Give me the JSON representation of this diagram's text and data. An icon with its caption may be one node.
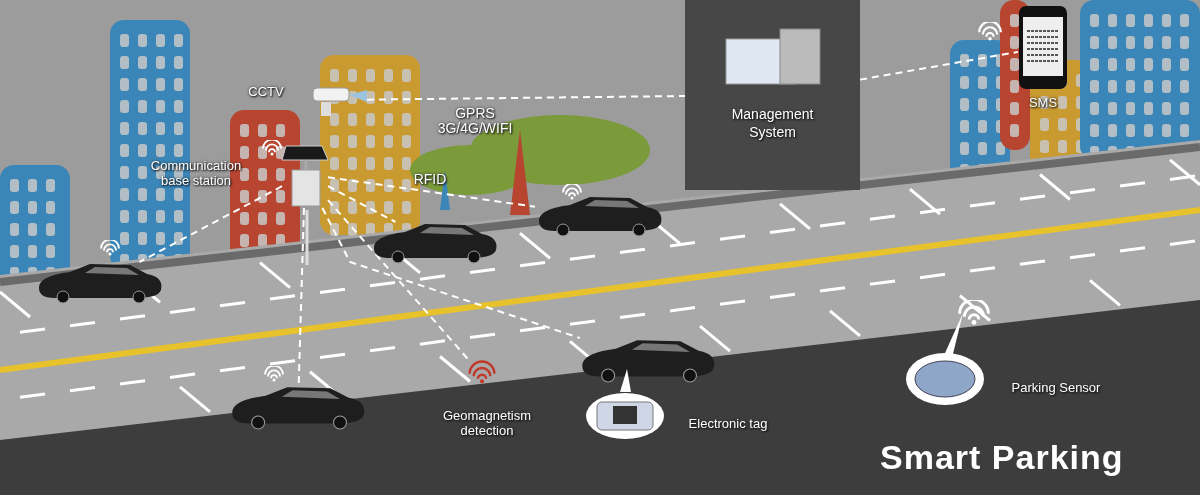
{
  "diagram": {
    "title": "Smart Parking",
    "nodes": [
      {
        "text": [
          "Communication base station"
        ]
      },
      {
        "text": [
          "CCTV"
        ]
      },
      {
        "text": [
          "Management System"
        ]
      },
      {
        "text": [
          "SMS"
        ]
      },
      {
        "text": [],
        "shape": "picture"
      },
      {
        "text": [],
        "shape": "picture"
      },
      {
        "text": [],
        "shape": "picture"
      },
      {
        "text": [],
        "shape": "picture"
      },
      {
        "text": [],
        "shape": "picture"
      },
      {
        "text": [
          "Geomagnetism detection"
        ]
      },
      {
        "text": [
          "Electronic tag"
        ]
      },
      {
        "text": [
          "Parking Sensor"
        ]
      }
    ],
    "edges": [
      {
        "from": 1,
        "to": 2,
        "arrow": "none",
        "label": "GPRS 3G/4G/WIFI"
      },
      {
        "from": 2,
        "to": 3,
        "arrow": "none"
      },
      {
        "from": 0,
        "to": 4,
        "arrow": "none"
      },
      {
        "from": 0,
        "to": 5,
        "arrow": "none"
      },
      {
        "from": 0,
        "to": 6,
        "arrow": "none",
        "label": "RFID"
      },
      {
        "from": 0,
        "to": 7,
        "arrow": "none"
      },
      {
        "from": 0,
        "to": 9,
        "arrow": "none"
      },
      {
        "from": 0,
        "to": 8,
        "arrow": "none"
      }
    ]
  }
}
